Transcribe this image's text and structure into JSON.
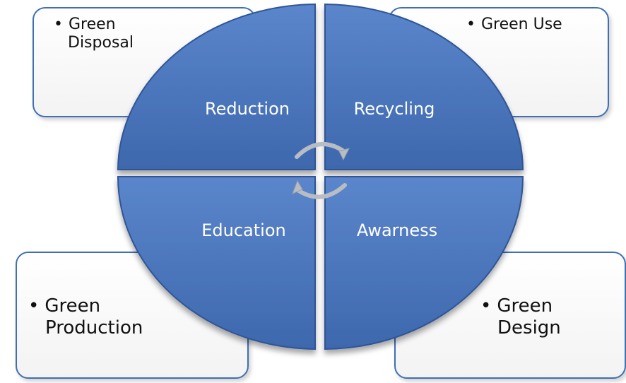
{
  "quadrants": {
    "top_left": "Reduction",
    "top_right": "Recycling",
    "bottom_left": "Education",
    "bottom_right": "Awarness"
  },
  "cards": {
    "top_left": {
      "bullet": "•",
      "lines": [
        "Green",
        "Disposal"
      ]
    },
    "top_right": {
      "bullet": "•",
      "lines": [
        "Green Use"
      ]
    },
    "bottom_left": {
      "bullet": "•",
      "lines": [
        "Green",
        "Production"
      ]
    },
    "bottom_right": {
      "bullet": "•",
      "lines": [
        "Green",
        "Design"
      ]
    }
  },
  "colors": {
    "quadrant_fill": "#4a75bd",
    "quadrant_edge": "#2f5597",
    "card_border": "#3f6fb5",
    "arrow": "#b8bcc4"
  },
  "icons": {
    "center": "cycle-arrows-icon"
  }
}
